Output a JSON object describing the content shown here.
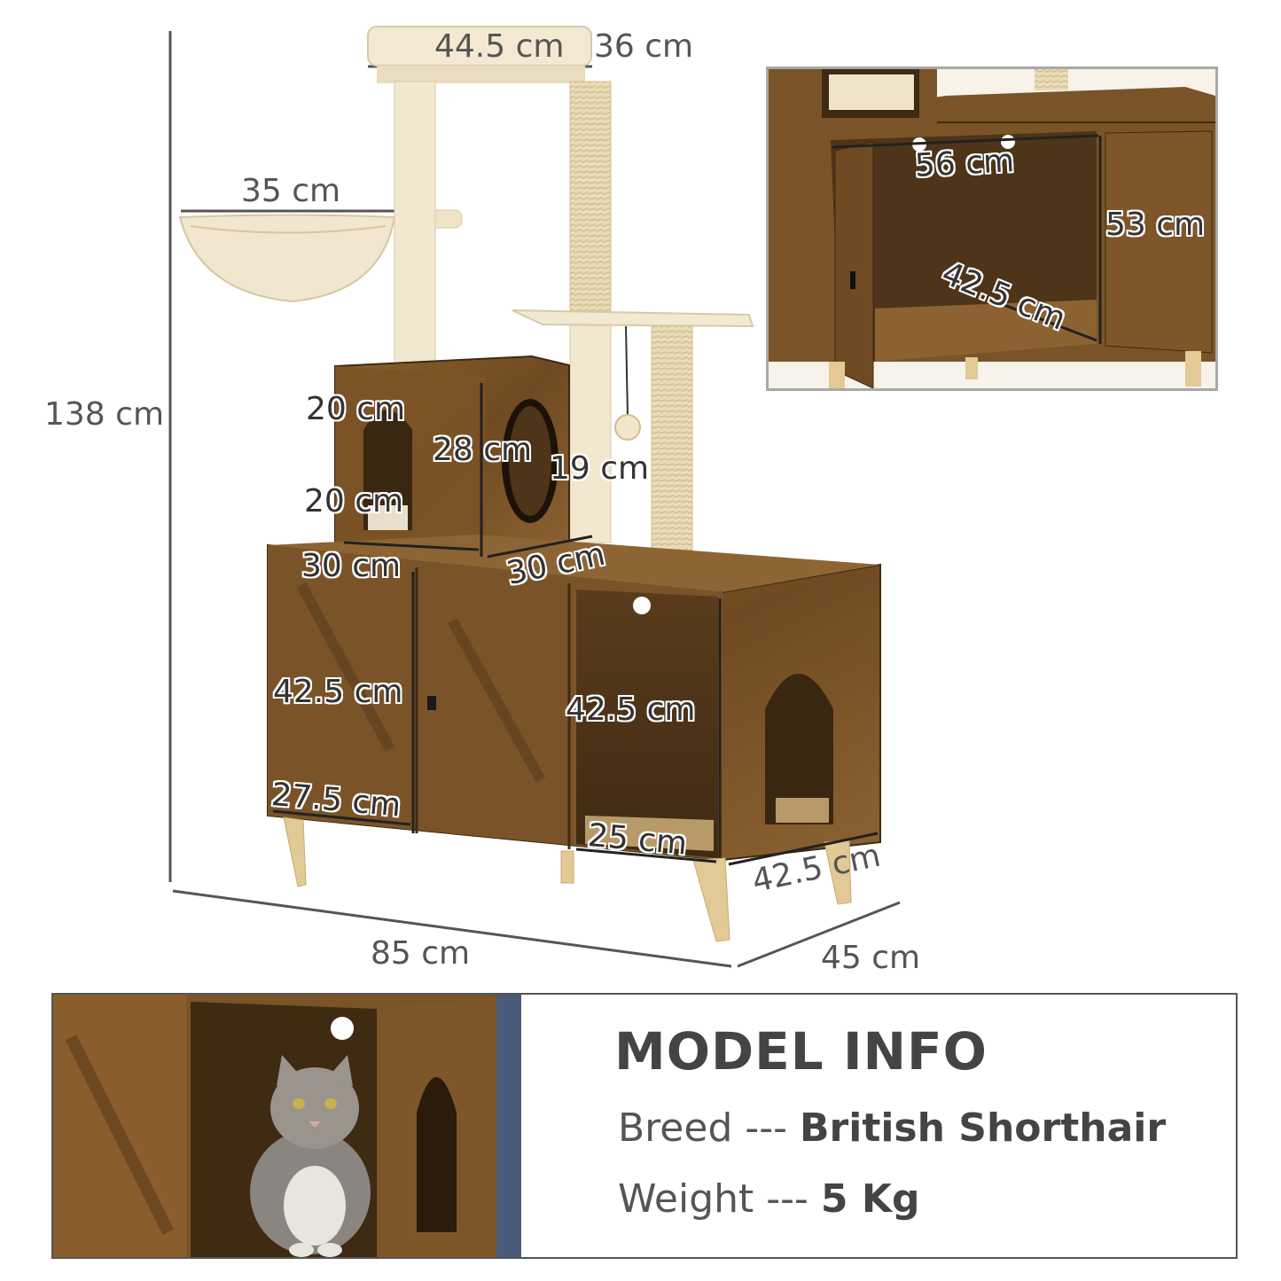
{
  "dimensions": {
    "top_platform_width": "44.5 cm",
    "top_platform_depth": "36 cm",
    "hammock_width": "35 cm",
    "total_height": "138 cm",
    "condo_door_height": "20 cm",
    "condo_door_width": "20 cm",
    "condo_height": "28 cm",
    "condo_side_hole": "19 cm",
    "condo_width": "30 cm",
    "condo_depth": "30 cm",
    "cabinet_left_height": "42.5 cm",
    "cabinet_left_width": "27.5 cm",
    "cabinet_right_height": "42.5 cm",
    "cabinet_right_width": "25 cm",
    "cabinet_side_depth": "42.5 cm",
    "total_width": "85 cm",
    "total_depth": "45 cm"
  },
  "inset": {
    "interior_width": "56 cm",
    "interior_height": "53 cm",
    "interior_depth": "42.5 cm"
  },
  "model_info": {
    "title": "MODEL INFO",
    "breed_label": "Breed ---",
    "breed_value": "British Shorthair",
    "weight_label": "Weight ---",
    "weight_value": "5 Kg"
  },
  "colors": {
    "wood": "#7a5428",
    "wood_dark": "#4e3418",
    "plush": "#f1e6cf",
    "sisal": "#e6d6b0",
    "legs": "#e2c995"
  }
}
